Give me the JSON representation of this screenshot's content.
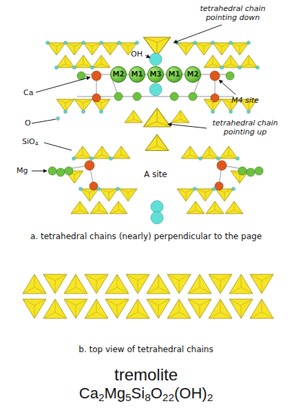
{
  "diagram": {
    "title": "tremolite",
    "nodes": [
      {
        "text": [
          "M2"
        ]
      },
      {
        "text": [
          "M1"
        ]
      },
      {
        "text": [
          "M3"
        ]
      },
      {
        "text": [
          "M1"
        ]
      },
      {
        "text": [
          "M2"
        ]
      }
    ],
    "labels": [
      "tetrahedral chain pointing down",
      "OH",
      "Ca",
      "M4 site",
      "O",
      "SiO4",
      "tetrahedral chain pointing up",
      "Mg",
      "A site",
      "a. tetrahedral chains (nearly) perpendicular to the page",
      "b. top view of tetrahedral chains",
      "Ca2Mg5Si8O22(OH)2"
    ]
  }
}
